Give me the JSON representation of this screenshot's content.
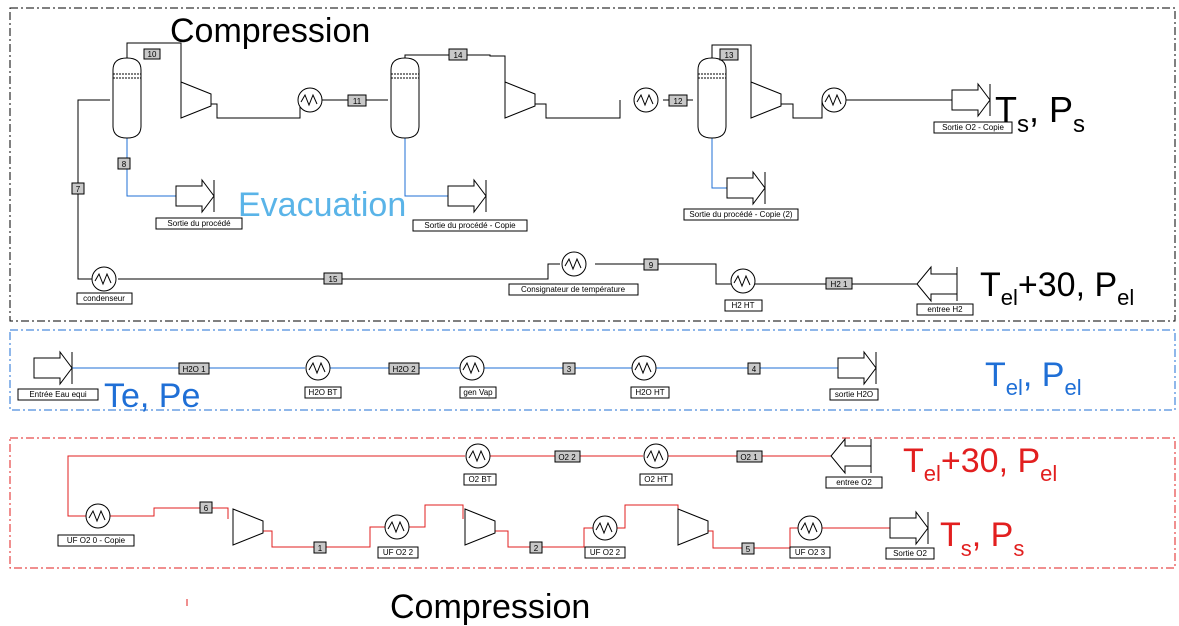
{
  "sections": {
    "compression_top": "Compression",
    "compression_bottom": "Compression",
    "evacuation": "Evacuation"
  },
  "conditions": {
    "h2_out": {
      "main": "T",
      "sub1": "s",
      "mid": ", P",
      "sub2": "s"
    },
    "h2_in": {
      "main": "T",
      "sub1": "el",
      "mid": "+30, P",
      "sub2": "el"
    },
    "water_out": {
      "main": "T",
      "sub1": "el",
      "mid": ", P",
      "sub2": "el"
    },
    "water_in": "Te, Pe",
    "o2_in": {
      "main": "T",
      "sub1": "el",
      "mid": "+30, P",
      "sub2": "el"
    },
    "o2_out": {
      "main": "T",
      "sub1": "s",
      "mid": ", P",
      "sub2": "s"
    }
  },
  "h2_loop": {
    "streams": [
      "10",
      "11",
      "14",
      "12",
      "13",
      "8",
      "7",
      "15",
      "9",
      "H2 1"
    ],
    "units": {
      "sortie_o2_copie": "Sortie O2 - Copie",
      "sortie_procede": "Sortie du procédé",
      "sortie_procede_copie": "Sortie du procédé - Copie",
      "sortie_procede_copie2": "Sortie du procédé - Copie (2)",
      "condenseur": "condenseur",
      "consignateur": "Consignateur de température",
      "h2_ht": "H2 HT",
      "entree_h2": "entree H2"
    }
  },
  "water_line": {
    "streams": [
      "H2O 1",
      "H2O 2",
      "3",
      "4"
    ],
    "units": {
      "entree_eau": "Entrée Eau equi",
      "h2o_bt": "H2O BT",
      "gen_vap": "gen Vap",
      "h2o_ht": "H2O HT",
      "sortie_h2o": "sortie H2O"
    }
  },
  "o2_line": {
    "streams": [
      "O2 2",
      "O2 1",
      "6",
      "1",
      "2",
      "5"
    ],
    "units": {
      "o2_bt": "O2 BT",
      "o2_ht": "O2 HT",
      "entree_o2": "entree O2",
      "uf_o2_0_copie": "UF O2 0 - Copie",
      "uf_o2_2a": "UF O2 2",
      "uf_o2_2b": "UF O2 2",
      "uf_o2_3": "UF O2 3",
      "sortie_o2": "Sortie O2"
    }
  },
  "colors": {
    "h2": "#000000",
    "water": "#1f6fd6",
    "o2": "#e21f1f",
    "evacuation": "#5ab4e8",
    "stream_tag": "#c8c8c8"
  }
}
